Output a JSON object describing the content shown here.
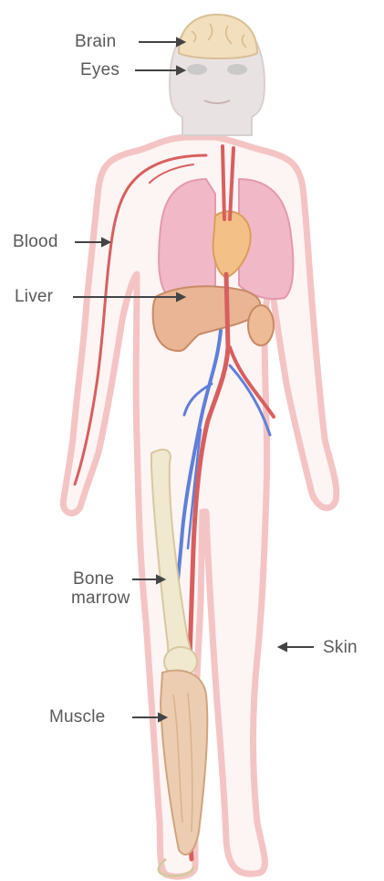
{
  "diagram": {
    "labels": {
      "brain": "Brain",
      "eyes": "Eyes",
      "blood": "Blood",
      "liver": "Liver",
      "bone_marrow_line1": "Bone",
      "bone_marrow_line2": "marrow",
      "skin": "Skin",
      "muscle": "Muscle"
    },
    "colors": {
      "text": "#5a5a5a",
      "arrow": "#444444",
      "body_outline": "#f4c4c4",
      "skin_fill": "#fdf4f4",
      "lungs": "#f1b9c8",
      "liver": "#e9b595",
      "artery": "#d85f5f",
      "vein": "#5f7fd9",
      "bone": "#f0e8cf",
      "muscle": "#eccdb2",
      "brain": "#f2dfbe"
    }
  }
}
